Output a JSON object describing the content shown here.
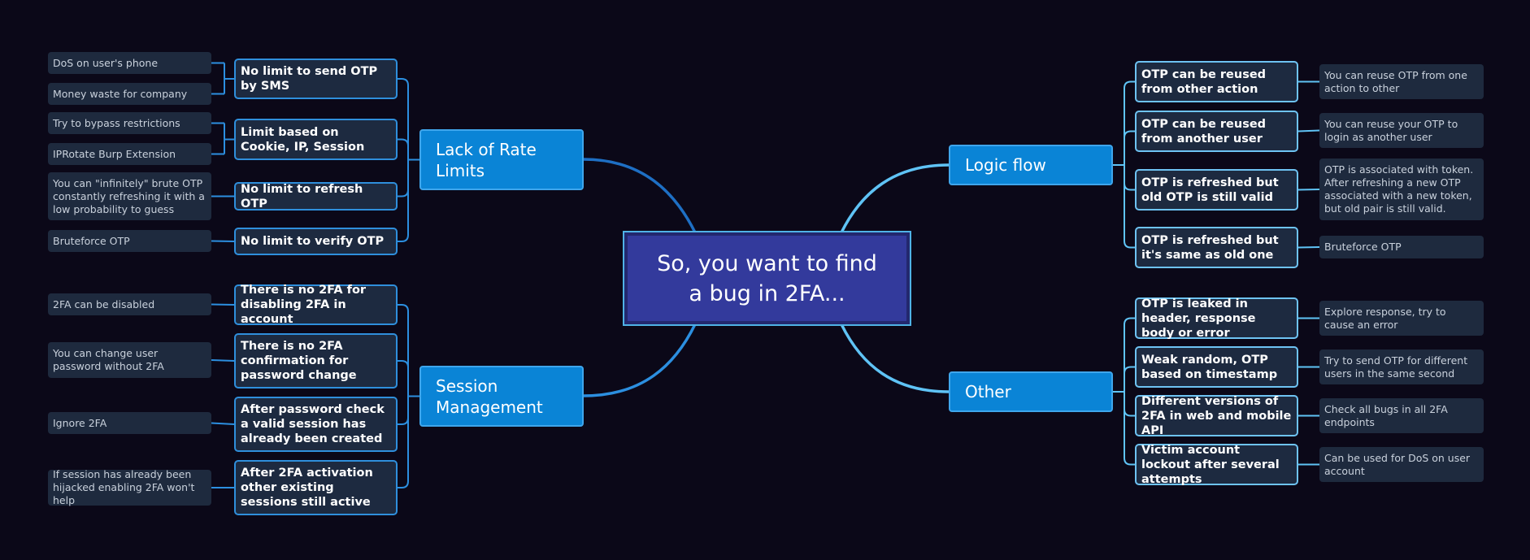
{
  "colors": {
    "background": "#0b0818",
    "central_fill": "#333a9c",
    "main_fill": "#0a84d6",
    "sub_fill": "#1d2a40",
    "leaf_fill": "#1e2a3e",
    "link_left": "#2c8fe0",
    "link_right": "#5fc3f5"
  },
  "central": {
    "title": "So, you want to find a bug in 2FA..."
  },
  "left": [
    {
      "label": "Lack of Rate Limits",
      "items": [
        {
          "label": "No limit to send OTP by SMS",
          "notes": [
            "DoS on user's phone",
            "Money waste for company"
          ]
        },
        {
          "label": "Limit based on Cookie, IP, Session",
          "notes": [
            "Try to bypass restrictions",
            "IPRotate Burp Extension"
          ]
        },
        {
          "label": "No limit to refresh OTP",
          "notes": [
            "You can \"infinitely\" brute OTP constantly refreshing it with a low probability to guess"
          ]
        },
        {
          "label": "No limit to verify OTP",
          "notes": [
            "Bruteforce OTP"
          ]
        }
      ]
    },
    {
      "label": "Session Management",
      "items": [
        {
          "label": "There is no 2FA for disabling 2FA in account",
          "notes": [
            "2FA can be disabled"
          ]
        },
        {
          "label": "There is no 2FA confirmation for password change",
          "notes": [
            "You can change user password without 2FA"
          ]
        },
        {
          "label": "After password check a valid session has already been created",
          "notes": [
            "Ignore 2FA"
          ]
        },
        {
          "label": "After 2FA activation other existing sessions still active",
          "notes": [
            "If session has already been hijacked enabling 2FA won't help"
          ]
        }
      ]
    }
  ],
  "right": [
    {
      "label": "Logic flow",
      "items": [
        {
          "label": "OTP can be reused from other action",
          "notes": [
            "You can reuse OTP from one action to other"
          ]
        },
        {
          "label": "OTP can be reused from another user",
          "notes": [
            "You can reuse your OTP to login as another user"
          ]
        },
        {
          "label": "OTP is refreshed but old OTP is still valid",
          "notes": [
            "OTP is associated with token. After refreshing a new OTP associated with a new token, but old pair is still valid."
          ]
        },
        {
          "label": "OTP is refreshed but it's same as old one",
          "notes": [
            "Bruteforce OTP"
          ]
        }
      ]
    },
    {
      "label": "Other",
      "items": [
        {
          "label": "OTP is leaked in header, response body or error",
          "notes": [
            "Explore response, try to cause an error"
          ]
        },
        {
          "label": "Weak random, OTP based on timestamp",
          "notes": [
            "Try to send OTP for different users in the same second"
          ]
        },
        {
          "label": "Different versions of 2FA in web and mobile API",
          "notes": [
            "Check all bugs in all 2FA endpoints"
          ]
        },
        {
          "label": "Victim account lockout after several attempts",
          "notes": [
            "Can be used for DoS on user account"
          ]
        }
      ]
    }
  ]
}
